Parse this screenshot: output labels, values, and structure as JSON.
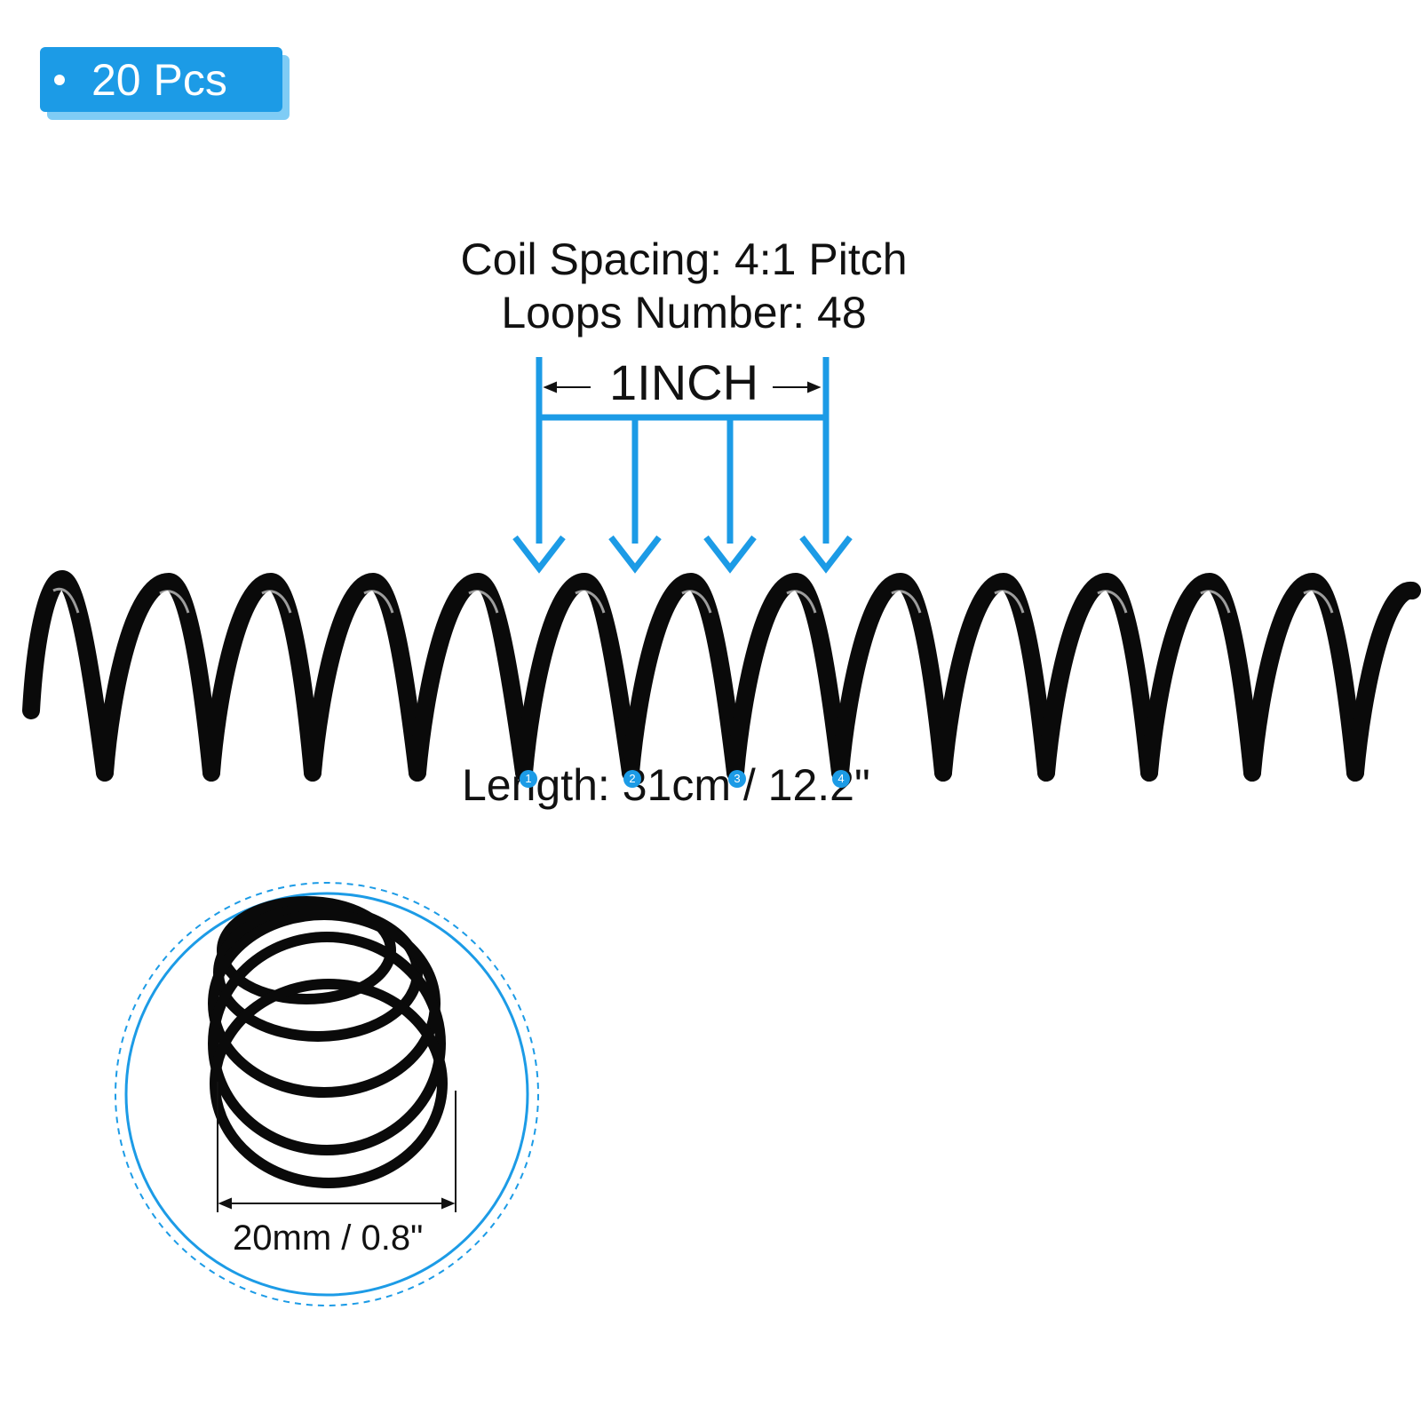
{
  "badge": {
    "quantity": "20 Pcs"
  },
  "specs": {
    "coil_spacing": "Coil Spacing: 4:1 Pitch",
    "loops_number": "Loops Number: 48"
  },
  "pitch_dimension": {
    "label": "1INCH"
  },
  "length": {
    "label": "Length: 31cm / 12.2\""
  },
  "diameter": {
    "label": "20mm / 0.8\""
  },
  "markers": [
    "1",
    "2",
    "3",
    "4"
  ],
  "colors": {
    "accent": "#1c9be6",
    "accent_light": "#7fccf5",
    "spring": "#0a0a0a"
  }
}
